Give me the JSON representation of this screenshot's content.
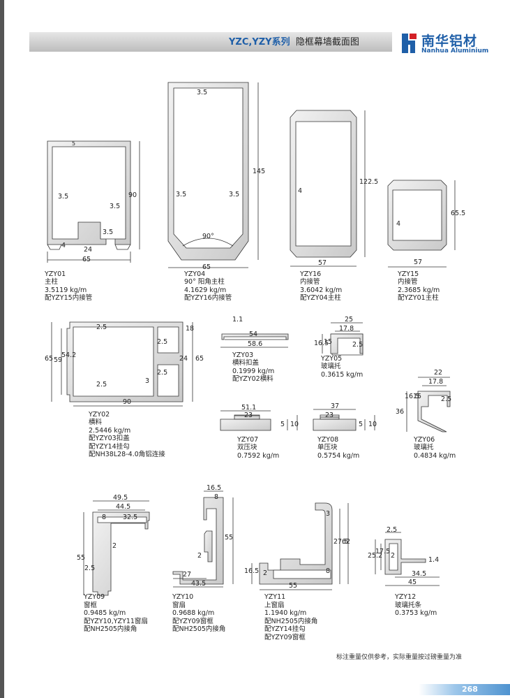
{
  "header": {
    "series": "YZC,YZY系列",
    "title": "隐框幕墙截面图",
    "brand_cn": "南华铝材",
    "brand_en": "Nanhua Aluminium"
  },
  "profiles": {
    "yzy01": {
      "code": "YZY01",
      "name": "主柱",
      "weight": "3.5119 kg/m",
      "note1": "配YZY15内接管",
      "dims": {
        "w": "65",
        "h": "90",
        "t1": "5",
        "t2": "3.5",
        "t3": "3.5",
        "t4": "3.5",
        "t5": "4",
        "t6": "24"
      }
    },
    "yzy04": {
      "code": "YZY04",
      "name": "90° 阳角主柱",
      "weight": "4.1629 kg/m",
      "note1": "配YZY16内接管",
      "dims": {
        "w": "65",
        "h": "145",
        "t1": "3.5",
        "t2": "3.5",
        "t3": "3.5",
        "angle": "90°"
      }
    },
    "yzy16": {
      "code": "YZY16",
      "name": "内接管",
      "weight": "3.6042 kg/m",
      "note1": "配YZY04主柱",
      "dims": {
        "w": "57",
        "h": "122.5",
        "t": "4"
      }
    },
    "yzy15": {
      "code": "YZY15",
      "name": "内接管",
      "weight": "2.3685 kg/m",
      "note1": "配YZY01主柱",
      "dims": {
        "w": "57",
        "h": "65.5",
        "t": "4"
      }
    },
    "yzy02": {
      "code": "YZY02",
      "name": "横料",
      "weight": "2.5446 kg/m",
      "note1": "配YZY03扣盖",
      "note2": "配YZY14挂勾",
      "note3": "配NH38L28-4.0角铝连接",
      "dims": {
        "w": "90",
        "h1": "65",
        "h2": "59",
        "h3": "54.2",
        "h4": "65",
        "t1": "2.5",
        "t2": "2.5",
        "t3": "18",
        "t4": "24",
        "t5": "2.5",
        "t6": "3",
        "t7": "2.5"
      }
    },
    "yzy03": {
      "code": "YZY03",
      "name": "横料扣盖",
      "weight": "0.1999 kg/m",
      "note1": "配YZY02横料",
      "dims": {
        "a": "1.1",
        "b": "54",
        "c": "58.6"
      }
    },
    "yzy05": {
      "code": "YZY05",
      "name": "玻璃托",
      "weight": "0.3615 kg/m",
      "dims": {
        "a": "25",
        "b": "17.8",
        "c": "16.5",
        "d": "15",
        "e": "2.5"
      }
    },
    "yzy07": {
      "code": "YZY07",
      "name": "双压块",
      "weight": "0.7592 kg/m",
      "dims": {
        "a": "51.1",
        "b": "23",
        "c": "5",
        "d": "10"
      }
    },
    "yzy08": {
      "code": "YZY08",
      "name": "单压块",
      "weight": "0.5754 kg/m",
      "dims": {
        "a": "37",
        "b": "23",
        "c": "5",
        "d": "10"
      }
    },
    "yzy06": {
      "code": "YZY06",
      "name": "玻璃托",
      "weight": "0.4834 kg/m",
      "dims": {
        "a": "22",
        "b": "17.8",
        "c": "16.5",
        "d": "15",
        "e": "2.5",
        "f": "36"
      }
    },
    "yzy09": {
      "code": "YZY09",
      "name": "窗框",
      "weight": "0.9485 kg/m",
      "note1": "配YZY10,YZY11窗扇",
      "note2": "配NH2505内接角",
      "dims": {
        "a": "49.5",
        "b": "44.5",
        "c": "8",
        "d": "32.5",
        "e": "55",
        "f": "2",
        "g": "2.5"
      }
    },
    "yzy10": {
      "code": "YZY10",
      "name": "窗扇",
      "weight": "0.9688 kg/m",
      "note1": "配YZY09窗框",
      "note2": "配NH2505内接角",
      "dims": {
        "a": "16.5",
        "b": "8",
        "c": "55",
        "d": "2",
        "e": "27",
        "f": "43.5"
      }
    },
    "yzy11": {
      "code": "YZY11",
      "name": "上窗扇",
      "weight": "1.1940 kg/m",
      "note1": "配NH2505内接角",
      "note2": "配YZY14挂勾",
      "note3": "配YZY09窗框",
      "dims": {
        "a": "3",
        "b": "27.5",
        "c": "62",
        "d": "16.5",
        "e": "2",
        "f": "8",
        "g": "55"
      }
    },
    "yzy12": {
      "code": "YZY12",
      "name": "玻璃托条",
      "weight": "0.3753 kg/m",
      "dims": {
        "a": "2.5",
        "b": "25.2",
        "c": "17.5",
        "d": "2",
        "e": "1.4",
        "f": "34.5",
        "g": "45"
      }
    }
  },
  "footer": {
    "note": "标注重量仅供参考，实际重量按过磅重量为准",
    "page": "268"
  }
}
